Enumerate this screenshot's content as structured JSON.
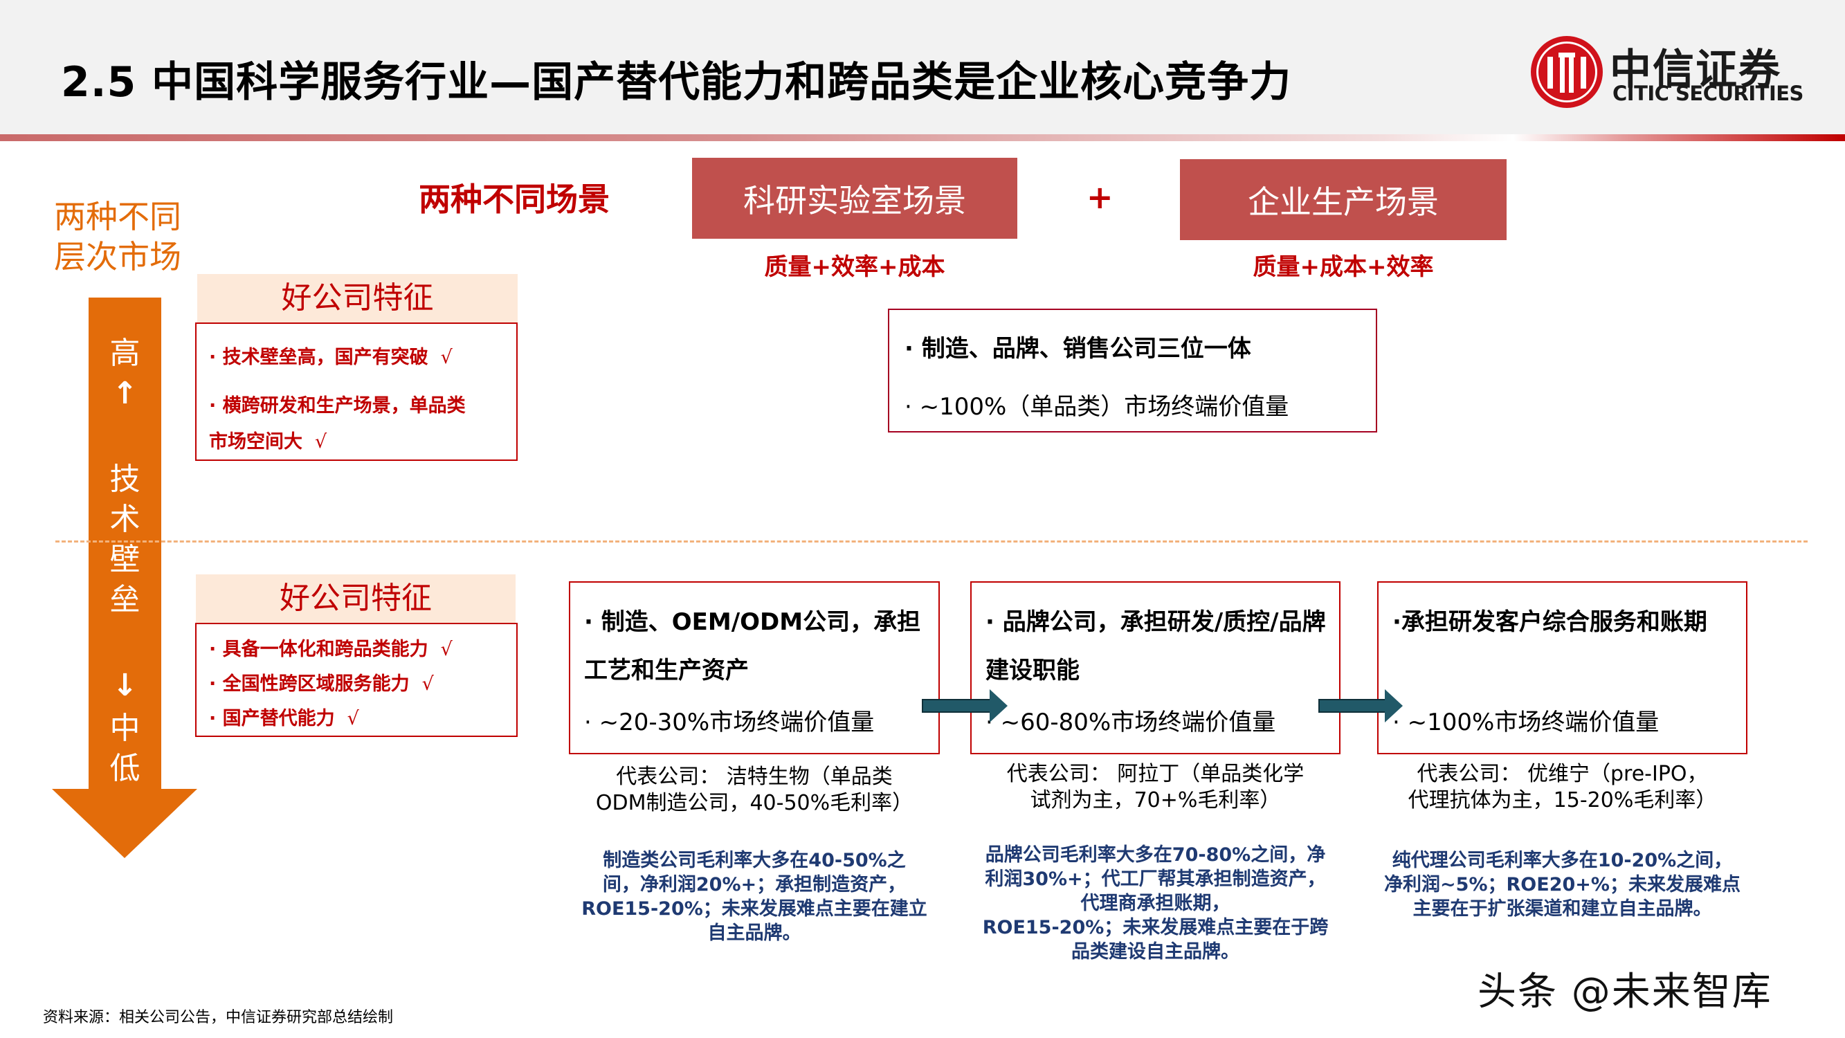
{
  "header": {
    "title": "2.5 中国科学服务行业—国产替代能力和跨品类是企业核心竞争力",
    "logo": {
      "cn": "中信证券",
      "en": "CITIC SECURITIES",
      "icon": "citic-logo-icon"
    }
  },
  "levels": {
    "title_line1": "两种不同",
    "title_line2": "层次市场",
    "axis": {
      "top_label": "高",
      "up_arrow": "↑",
      "middle_label_chars": [
        "技",
        "术",
        "壁",
        "垒"
      ],
      "down_arrow": "↓",
      "bottom_label_chars": [
        "中",
        "低"
      ]
    }
  },
  "features_high": {
    "heading": "好公司特征",
    "items": [
      {
        "text": "· 技术壁垒高，国产有突破",
        "check": "√"
      },
      {
        "text": "· 横跨研发和生产场景，单品类",
        "check": ""
      },
      {
        "text": "市场空间大",
        "check": "√"
      }
    ]
  },
  "features_mid": {
    "heading": "好公司特征",
    "items": [
      {
        "text": "· 具备一体化和跨品类能力",
        "check": "√"
      },
      {
        "text": "· 全国性跨区域服务能力",
        "check": "√"
      },
      {
        "text": "· 国产替代能力",
        "check": "√"
      }
    ]
  },
  "scenarios": {
    "label": "两种不同场景",
    "plus": "+",
    "items": [
      {
        "title": "科研实验室场景",
        "caption": "质量+效率+成本"
      },
      {
        "title": "企业生产场景",
        "caption": "质量+成本+效率"
      }
    ]
  },
  "integrated": {
    "line1": "·   制造、品牌、销售公司三位一体",
    "line2": "· ~100%（单品类）市场终端价值量"
  },
  "chain": [
    {
      "head": "·   制造、OEM/ODM公司，承担工艺和生产资产",
      "value": "· ~20-30%市场终端价值量",
      "rep_line1": "代表公司：  洁特生物（单品类",
      "rep_line2": "ODM制造公司，40-50%毛利率）",
      "note": [
        "制造类公司毛利率大多在40-50%之",
        "间，净利润20%+；承担制造资产，",
        "ROE15-20%；未来发展难点主要在建立",
        "自主品牌。"
      ]
    },
    {
      "head": "·   品牌公司，承担研发/质控/品牌建设职能",
      "value": "· ~60-80%市场终端价值量",
      "rep_line1": "代表公司：  阿拉丁（单品类化学",
      "rep_line2": "试剂为主，70+%毛利率）",
      "note": [
        "品牌公司毛利率大多在70-80%之间，净",
        "利润30%+；代工厂帮其承担制造资产，",
        "代理商承担账期，",
        "ROE15-20%；未来发展难点主要在于跨",
        "品类建设自主品牌。"
      ]
    },
    {
      "head": "·承担研发客户综合服务和账期",
      "value": "·  ~100%市场终端价值量",
      "rep_line1": "代表公司：  优维宁（pre-IPO，",
      "rep_line2": "代理抗体为主，15-20%毛利率）",
      "note": [
        "纯代理公司毛利率大多在10-20%之间，",
        "净利润~5%；ROE20+%；未来发展难点",
        "主要在于扩张渠道和建立自主品牌。"
      ]
    }
  ],
  "footer": {
    "source": "资料来源：相关公司公告，中信证券研究部总结绘制",
    "watermark": "头条 @未来智库"
  },
  "colors": {
    "brand_red": "#c00000",
    "scene_box": "#c0504d",
    "orange": "#e36c0a",
    "peach": "#fde9d9",
    "note_blue": "#1f3a72",
    "arrow_teal": "#215968"
  }
}
